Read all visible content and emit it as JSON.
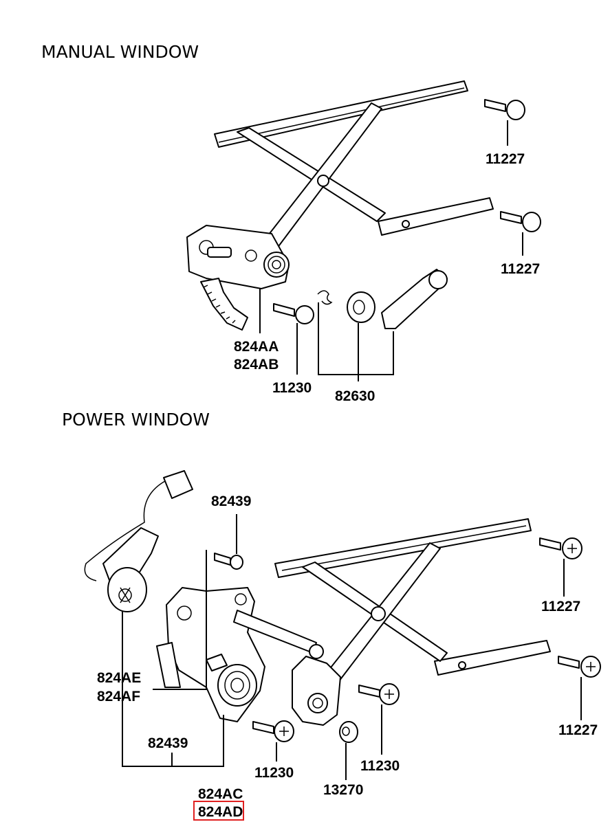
{
  "sections": {
    "manual": {
      "title": "MANUAL WINDOW"
    },
    "power": {
      "title": "POWER WINDOW"
    }
  },
  "manual_labels": {
    "bolt_top": "11227",
    "bolt_mid": "11227",
    "regulator_a": "824AA",
    "regulator_b": "824AB",
    "bolt_bottom": "11230",
    "handle_kit": "82630"
  },
  "power_labels": {
    "screw_top": "82439",
    "bolt_right_top": "11227",
    "motor_a": "824AE",
    "motor_b": "824AF",
    "bolt_right_bottom": "11227",
    "screw_bottom": "82439",
    "bolt_left": "11230",
    "bolt_center": "11230",
    "nut": "13270",
    "regulator_c": "824AC",
    "regulator_d": "824AD"
  },
  "highlight": {
    "label": "824AD",
    "color": "#e02020"
  }
}
